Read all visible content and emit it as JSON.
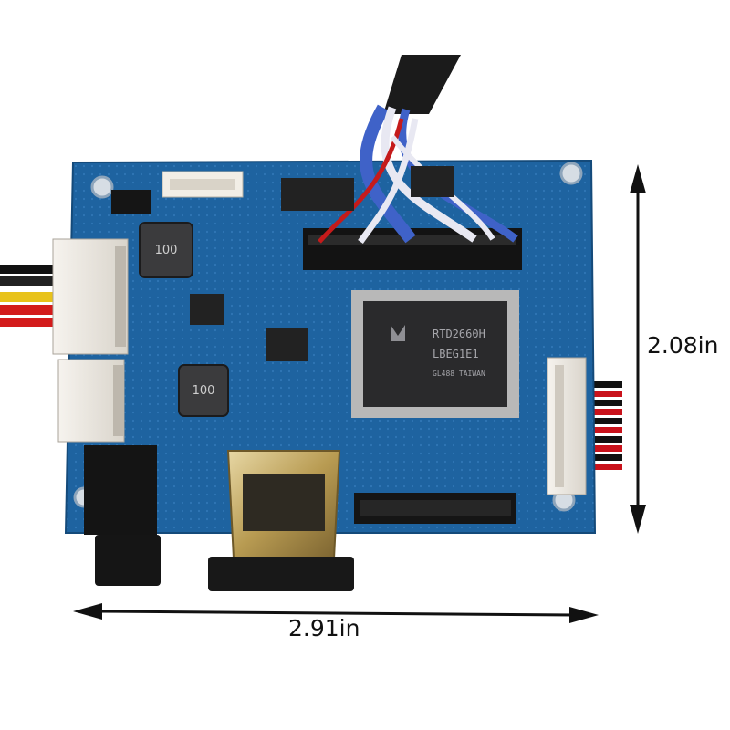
{
  "dimensions": {
    "width_label": "2.91in",
    "height_label": "2.08in"
  },
  "board": {
    "chip_line1": "RTD2660H",
    "chip_line2": "LBEG1E1",
    "chip_line3": "GL488 TAIWAN",
    "inductor_label": "100"
  },
  "colors": {
    "pcb": "#1e63a0",
    "chip": "#2a2a2c",
    "background": "#ffffff"
  },
  "icons": {
    "arrow_vertical": "double-arrow-vertical-icon",
    "arrow_horizontal": "double-arrow-horizontal-icon"
  }
}
